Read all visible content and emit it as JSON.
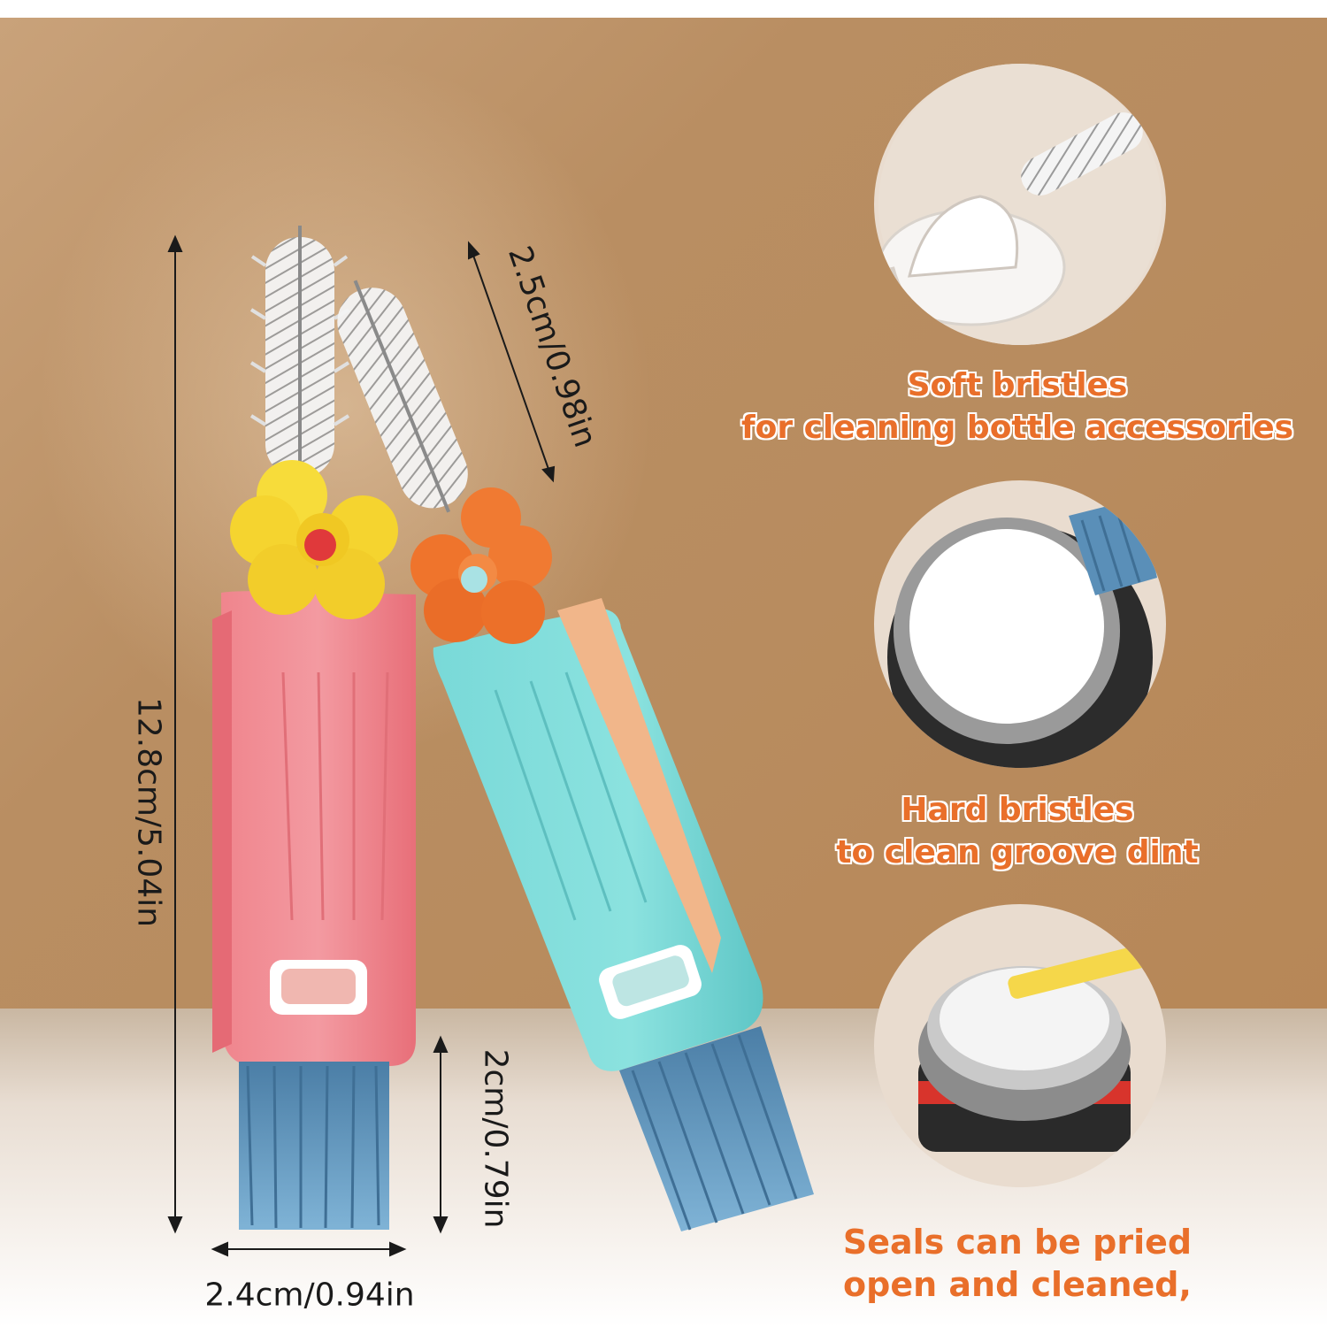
{
  "dimensions": {
    "length": "12.8cm/5.04in",
    "tip": "2.5cm/0.98in",
    "bristle": "2cm/0.79in",
    "width": "2.4cm/0.94in"
  },
  "callouts": {
    "soft_title": "Soft bristles",
    "soft_desc": "for cleaning bottle accessories",
    "hard_title": "Hard bristles",
    "hard_desc": "to clean groove dint",
    "seal_line1": "Seals can be pried",
    "seal_line2": "open and cleaned,"
  },
  "colors": {
    "accent_orange": "#e96f2a",
    "handle_pink": "#ef7d86",
    "handle_teal": "#6fd3d2",
    "bristle_blue": "#5a8fb8",
    "flower_yellow": "#f7dc3a",
    "flower_orange": "#f07a32"
  }
}
